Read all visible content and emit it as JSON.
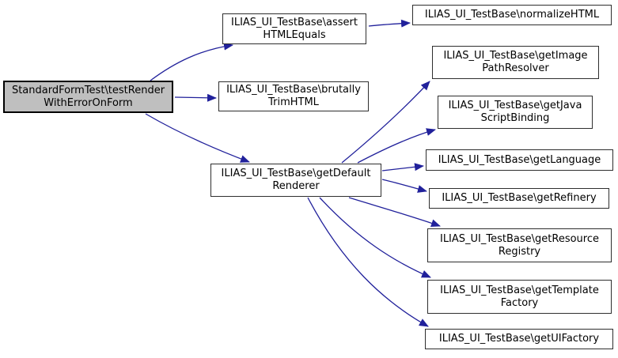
{
  "diagram": {
    "type": "call-graph",
    "background_color": "#ffffff",
    "edge_color": "#21219b",
    "node_fill": "#ffffff",
    "node_border_color": "#2e2e2e",
    "start_node_fill": "#bfbfbf",
    "start_node_border_color": "#000000",
    "nodes": [
      {
        "id": "start",
        "lines": [
          "StandardFormTest\\testRender",
          "WithErrorOnForm"
        ]
      },
      {
        "id": "assertHTMLEquals",
        "lines": [
          "ILIAS_UI_TestBase\\assert",
          "HTMLEquals"
        ]
      },
      {
        "id": "brutallyTrimHTML",
        "lines": [
          "ILIAS_UI_TestBase\\brutally",
          "TrimHTML"
        ]
      },
      {
        "id": "getDefaultRenderer",
        "lines": [
          "ILIAS_UI_TestBase\\getDefault",
          "Renderer"
        ]
      },
      {
        "id": "normalizeHTML",
        "lines": [
          "ILIAS_UI_TestBase\\normalizeHTML"
        ]
      },
      {
        "id": "getImagePathResolver",
        "lines": [
          "ILIAS_UI_TestBase\\getImage",
          "PathResolver"
        ]
      },
      {
        "id": "getJavaScriptBinding",
        "lines": [
          "ILIAS_UI_TestBase\\getJava",
          "ScriptBinding"
        ]
      },
      {
        "id": "getLanguage",
        "lines": [
          "ILIAS_UI_TestBase\\getLanguage"
        ]
      },
      {
        "id": "getRefinery",
        "lines": [
          "ILIAS_UI_TestBase\\getRefinery"
        ]
      },
      {
        "id": "getResourceRegistry",
        "lines": [
          "ILIAS_UI_TestBase\\getResource",
          "Registry"
        ]
      },
      {
        "id": "getTemplateFactory",
        "lines": [
          "ILIAS_UI_TestBase\\getTemplate",
          "Factory"
        ]
      },
      {
        "id": "getUIFactory",
        "lines": [
          "ILIAS_UI_TestBase\\getUIFactory"
        ]
      }
    ],
    "edges": [
      {
        "from": "start",
        "to": "assertHTMLEquals"
      },
      {
        "from": "start",
        "to": "brutallyTrimHTML"
      },
      {
        "from": "start",
        "to": "getDefaultRenderer"
      },
      {
        "from": "assertHTMLEquals",
        "to": "normalizeHTML"
      },
      {
        "from": "getDefaultRenderer",
        "to": "getImagePathResolver"
      },
      {
        "from": "getDefaultRenderer",
        "to": "getJavaScriptBinding"
      },
      {
        "from": "getDefaultRenderer",
        "to": "getLanguage"
      },
      {
        "from": "getDefaultRenderer",
        "to": "getRefinery"
      },
      {
        "from": "getDefaultRenderer",
        "to": "getResourceRegistry"
      },
      {
        "from": "getDefaultRenderer",
        "to": "getTemplateFactory"
      },
      {
        "from": "getDefaultRenderer",
        "to": "getUIFactory"
      }
    ]
  }
}
